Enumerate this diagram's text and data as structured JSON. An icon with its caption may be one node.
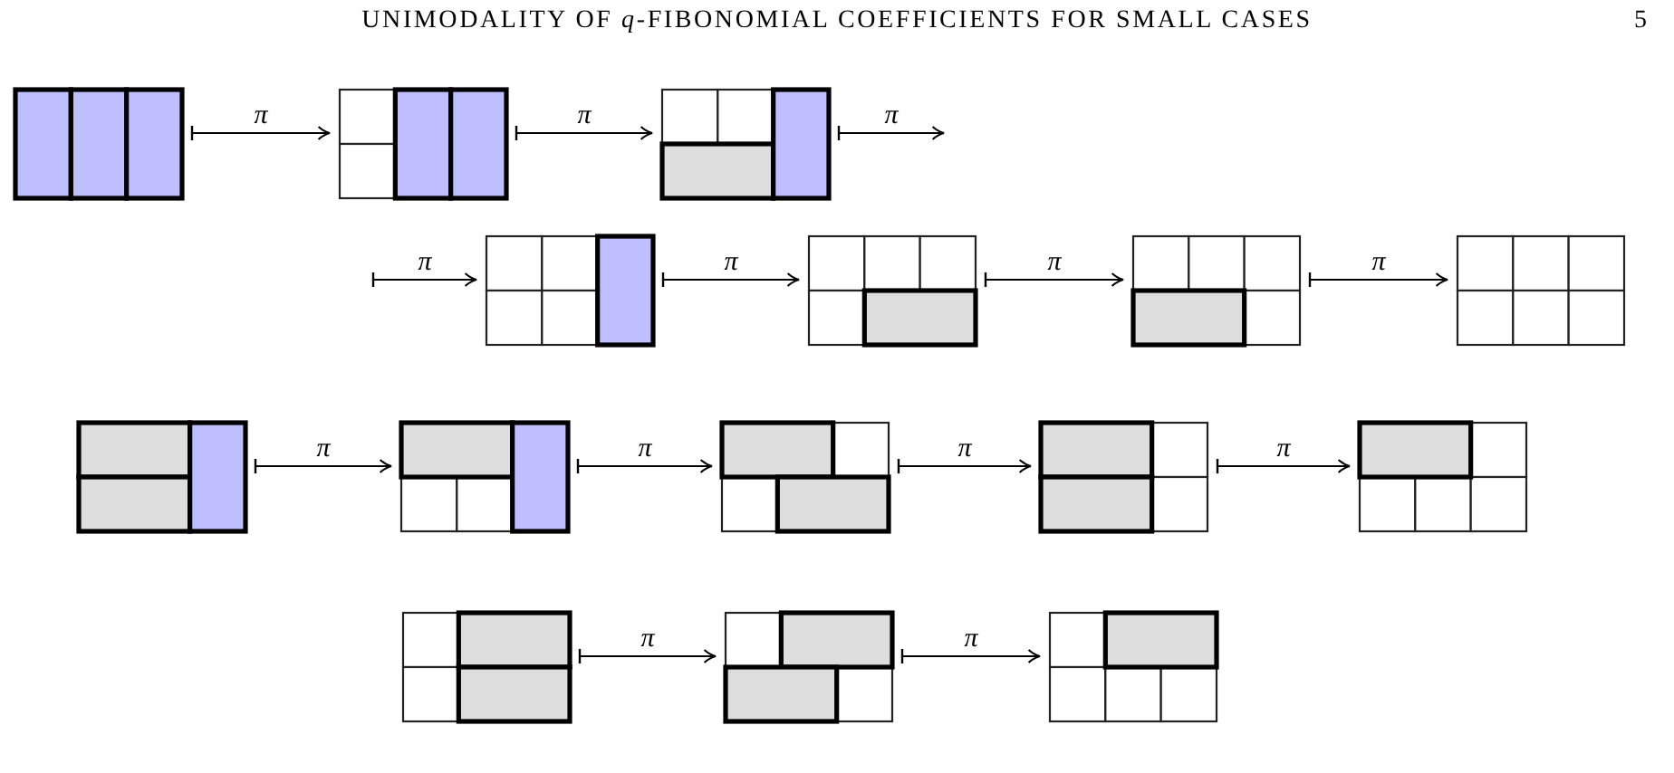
{
  "diagram": {
    "title": "UNIMODALITY OF *q*-FIBONOMIAL COEFFICIENTS FOR SMALL CASES",
    "nodes": [
      {
        "text": [],
        "shape": "picture"
      },
      {
        "text": [],
        "shape": "picture"
      },
      {
        "text": [],
        "shape": "picture"
      },
      {
        "text": [],
        "shape": "picture"
      },
      {
        "text": [],
        "shape": "picture"
      },
      {
        "text": [],
        "shape": "picture"
      },
      {
        "text": [],
        "shape": "picture"
      },
      {
        "text": [],
        "shape": "picture"
      },
      {
        "text": [],
        "shape": "picture"
      },
      {
        "text": [],
        "shape": "picture"
      },
      {
        "text": [],
        "shape": "picture"
      },
      {
        "text": [],
        "shape": "picture"
      },
      {
        "text": [],
        "shape": "picture"
      },
      {
        "text": [],
        "shape": "picture"
      },
      {
        "text": [],
        "shape": "picture"
      }
    ],
    "edges": [
      {
        "from": 0,
        "to": 1,
        "arrow": "to",
        "label": "π"
      },
      {
        "from": 1,
        "to": 2,
        "arrow": "to",
        "label": "π"
      },
      {
        "from": 2,
        "to": null,
        "arrow": "to",
        "label": "π"
      },
      {
        "from": null,
        "to": 3,
        "arrow": "to",
        "label": "π"
      },
      {
        "from": 3,
        "to": 4,
        "arrow": "to",
        "label": "π"
      },
      {
        "from": 4,
        "to": 5,
        "arrow": "to",
        "label": "π"
      },
      {
        "from": 5,
        "to": 6,
        "arrow": "to",
        "label": "π"
      },
      {
        "from": 7,
        "to": 8,
        "arrow": "to",
        "label": "π"
      },
      {
        "from": 8,
        "to": 9,
        "arrow": "to",
        "label": "π"
      },
      {
        "from": 9,
        "to": 10,
        "arrow": "to",
        "label": "π"
      },
      {
        "from": 10,
        "to": 11,
        "arrow": "to",
        "label": "π"
      },
      {
        "from": 12,
        "to": 13,
        "arrow": "to",
        "label": "π"
      },
      {
        "from": 13,
        "to": 14,
        "arrow": "to",
        "label": "π"
      }
    ],
    "labels": [
      "5"
    ]
  }
}
